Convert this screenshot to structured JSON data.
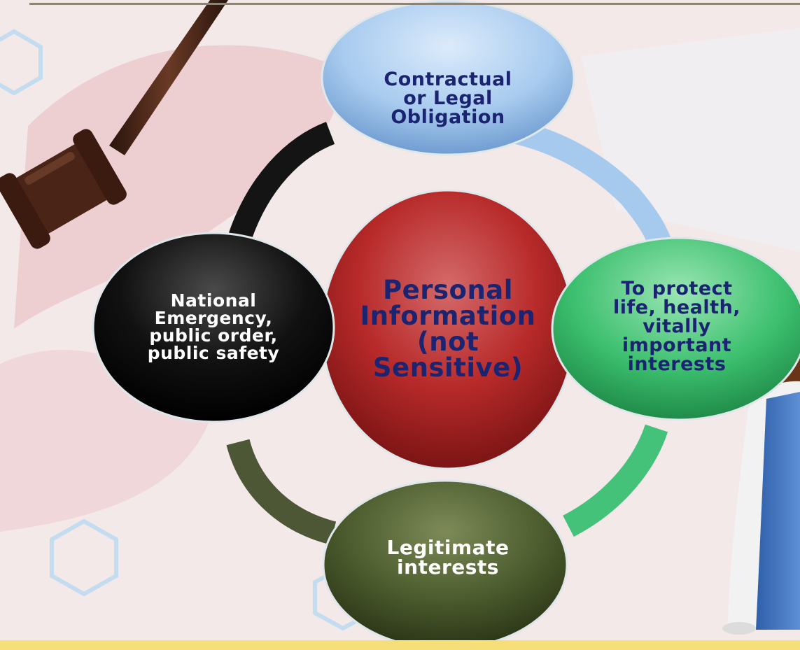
{
  "diagram": {
    "center": {
      "label": "Personal\nInformation\n(not\nSensitive)",
      "color": "#b82a2a"
    },
    "nodes": {
      "top": {
        "label": "Contractual\nor Legal\nObligation",
        "color": "#9cc3ec"
      },
      "right": {
        "label": "To protect\nlife, health,\nvitally\nimportant\ninterests",
        "color": "#3cbf6e"
      },
      "bottom": {
        "label": "Legitimate\ninterests",
        "color": "#4a5a2c"
      },
      "left": {
        "label": "National\nEmergency,\npublic order,\npublic safety",
        "color": "#111111"
      }
    },
    "ring_arcs": [
      {
        "from": "top",
        "to": "right",
        "color": "#a6c9ee"
      },
      {
        "from": "right",
        "to": "bottom",
        "color": "#44c27a"
      },
      {
        "from": "bottom",
        "to": "left",
        "color": "#4d5736"
      },
      {
        "from": "left",
        "to": "top",
        "color": "#141414"
      }
    ]
  },
  "decorations": {
    "gavel": "gavel-image",
    "doctor": "doctor-photo",
    "hexagons": "hexagon-outline-icon"
  },
  "colors": {
    "text_dark": "#1b2470",
    "text_light": "#ffffff",
    "footer": "#f6df78"
  }
}
